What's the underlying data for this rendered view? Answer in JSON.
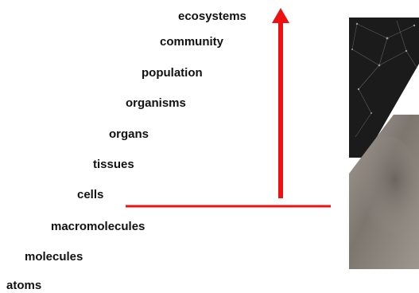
{
  "levels": [
    "atoms",
    "molecules",
    "macromolecules",
    "cells",
    "tissues",
    "organs",
    "organisms",
    "population",
    "community",
    "ecosystems"
  ],
  "colors": {
    "arrow": "#ee1111",
    "threshold_line": "#ee1111",
    "text": "#111111",
    "photo_dark": "#1b1b1b",
    "photo_light": "#8c847d"
  },
  "decorative_image": "network-and-cell-photo"
}
